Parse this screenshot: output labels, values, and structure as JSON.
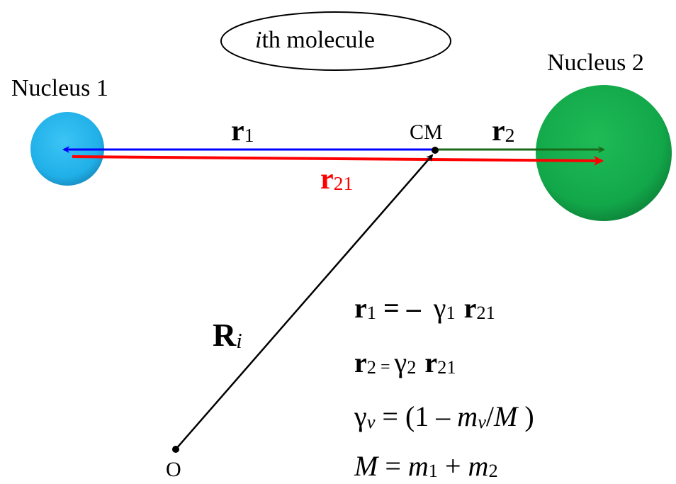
{
  "title_bubble": {
    "prefix_italic": "i",
    "rest": "th molecule"
  },
  "nucleus1": {
    "label": "Nucleus 1",
    "color": "#29b5ea"
  },
  "nucleus2": {
    "label": "Nucleus 2",
    "color": "#12a84a"
  },
  "center_of_mass": {
    "label": "CM"
  },
  "origin": {
    "label": "O"
  },
  "vectors": {
    "r1": {
      "symbol": "r",
      "subscript": "1",
      "color": "#0000ff"
    },
    "r2": {
      "symbol": "r",
      "subscript": "2",
      "color": "#1a6b1a"
    },
    "r21": {
      "symbol": "r",
      "subscript": "21",
      "color": "#ff0000"
    },
    "Ri": {
      "symbol": "R",
      "subscript": "i",
      "color": "#000000"
    }
  },
  "equations": {
    "eq1": {
      "lhs": "r",
      "lhs_sub": "1",
      "op": " = – ",
      "gamma": "γ",
      "gamma_sub": "1",
      "rhs": "r",
      "rhs_sub": "21"
    },
    "eq2": {
      "lhs": "r",
      "lhs_sub": "2",
      "op": " = ",
      "gamma": "γ",
      "gamma_sub": "2",
      "rhs": "r",
      "rhs_sub": "21"
    },
    "eq3": {
      "gamma": "γ",
      "gamma_sub": "ν",
      "mid": " = (1 – ",
      "m": "m",
      "m_sub": "ν",
      "tail_slash": "/",
      "M": "M",
      "close": " )"
    },
    "eq4": {
      "M": "M",
      "eq": " = ",
      "m1": "m",
      "m1_sub": "1",
      "plus": " + ",
      "m2": "m",
      "m2_sub": "2"
    }
  }
}
